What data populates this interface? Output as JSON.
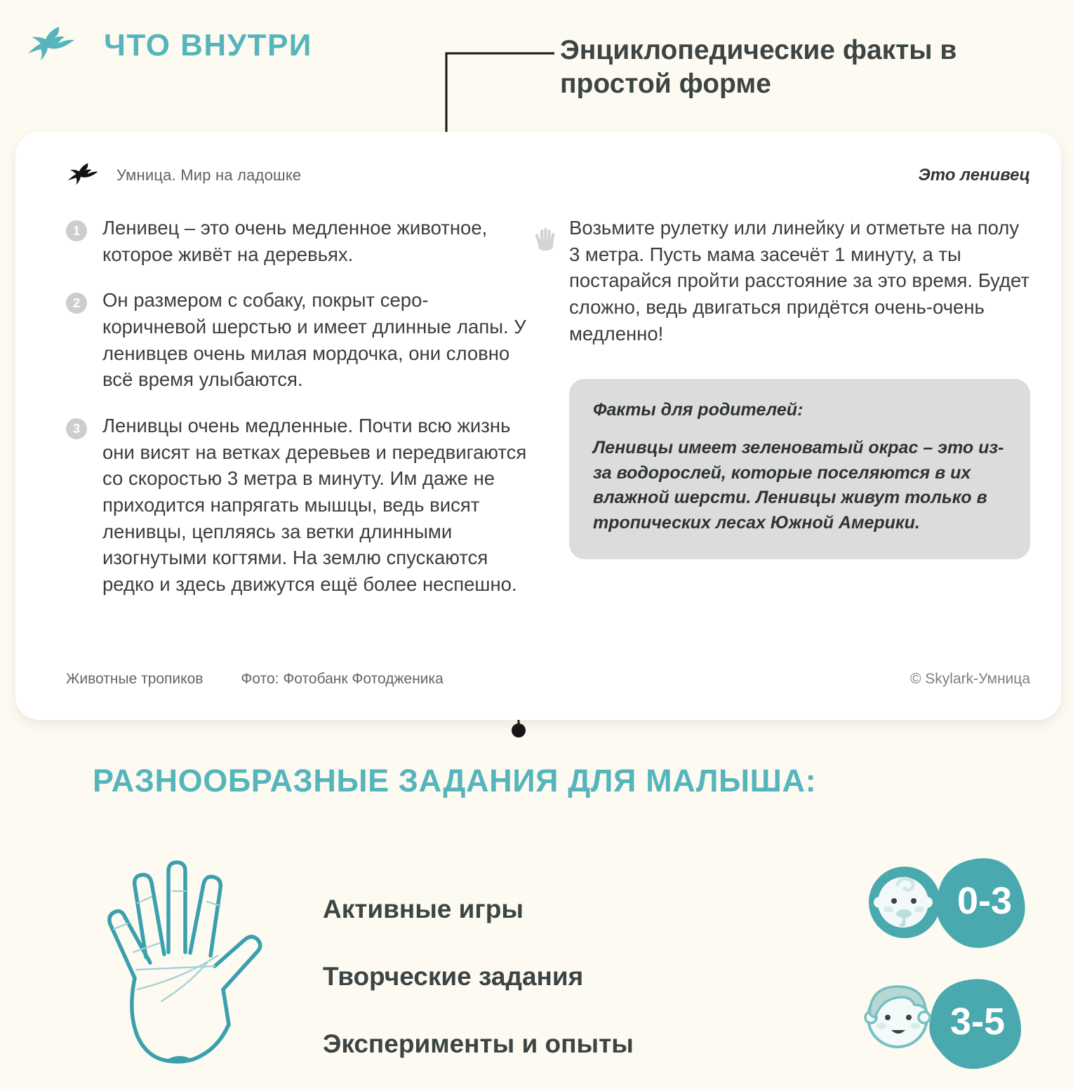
{
  "theme": {
    "background": "#fdfaf2",
    "accent_teal": "#56b5bb",
    "card_background": "#ffffff",
    "parent_box_background": "#dcdcdc",
    "text_dark": "#3c4543"
  },
  "header": {
    "logo_icon": "bird-icon",
    "title": "ЧТО ВНУТРИ",
    "callout": "Энциклопедические факты в простой форме"
  },
  "card": {
    "brand_icon": "bird-icon",
    "brand": "Умница. Мир на ладошке",
    "caption": "Это ленивец",
    "hand_icon": "hand-icon",
    "facts": [
      {
        "num": "1",
        "text": "Ленивец – это очень медленное животное, которое живёт на деревьях."
      },
      {
        "num": "2",
        "text": "Он размером с собаку, покрыт серо-коричневой шерстью и имеет длинные лапы. У ленивцев очень милая мордочка, они словно всё время улыбаются."
      },
      {
        "num": "3",
        "text": "Ленивцы очень медленные. Почти всю жизнь они висят на ветках деревьев и передвигаются со скоростью 3 метра в минуту. Им даже не приходится напрягать мышцы, ведь висят ленивцы, цепляясь за ветки длинными изогнутыми когтями. На землю спускаются редко и здесь движутся ещё более неспешно."
      }
    ],
    "activity": "Возьмите рулетку или линейку и отметьте на полу 3 метра. Пусть мама засечёт 1 минуту, а ты постарайся пройти расстояние за это время. Будет сложно, ведь двигаться придётся очень-очень медленно!",
    "parent_facts": {
      "title": "Факты для родителей:",
      "body": "Ленивцы имеет зеленоватый окрас – это из-за водорослей, которые поселяются в их влажной шерсти. Ленивцы живут только в тропических лесах Южной Америки."
    },
    "footer": {
      "series": "Животные тропиков",
      "photo_credit": "Фото: Фотобанк Фотодженика",
      "copyright": "© Skylark-Умница"
    }
  },
  "bottom": {
    "title": "РАЗНООБРАЗНЫЕ ЗАДАНИЯ ДЛЯ МАЛЫША:",
    "hand_icon": "open-hand-icon",
    "tasks": [
      "Активные игры",
      "Творческие задания",
      "Эксперименты и опыты"
    ],
    "badges": [
      {
        "icon": "baby-face-icon",
        "label": "0-3"
      },
      {
        "icon": "child-face-icon",
        "label": "3-5"
      }
    ]
  }
}
